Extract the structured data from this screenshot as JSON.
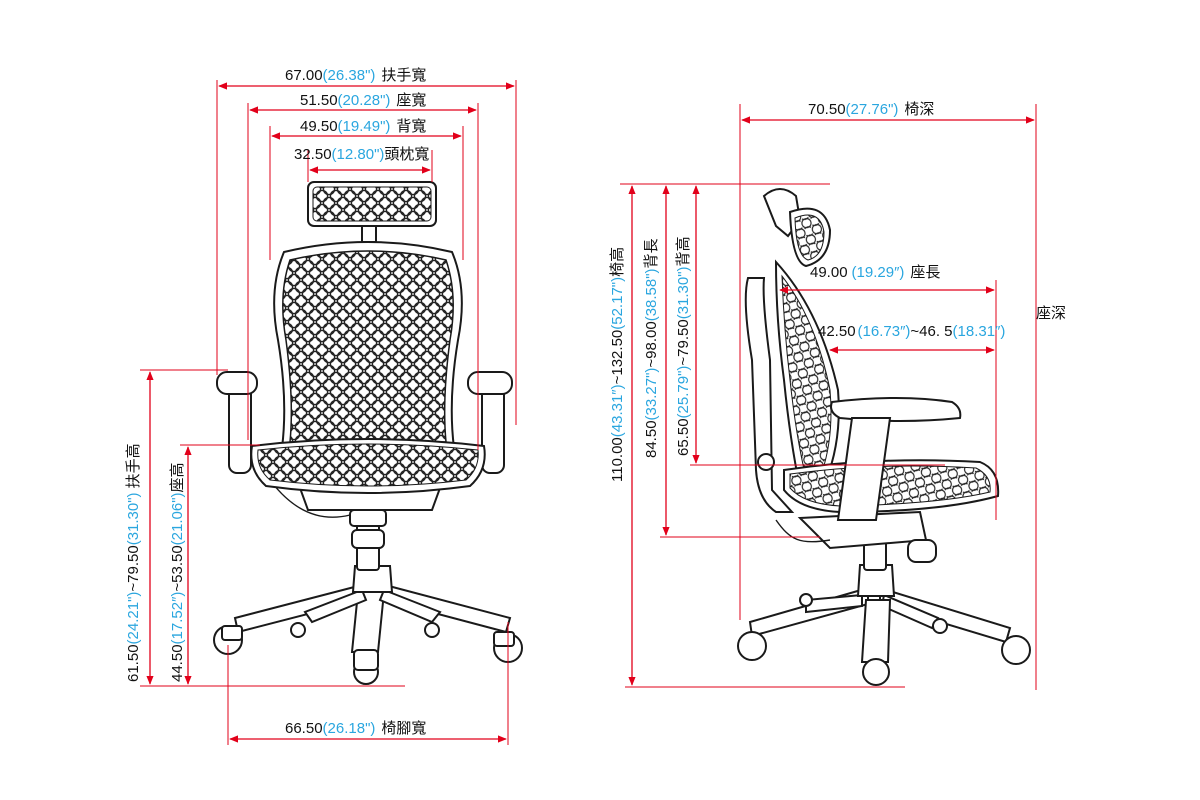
{
  "colors": {
    "dimension_line": "#e2001a",
    "inch_text": "#2aa6df",
    "metric_text": "#111111",
    "outline": "#1a1a1a"
  },
  "icons": {
    "front": "office-chair-front-icon",
    "side": "office-chair-side-icon"
  },
  "front": {
    "armrest_width": {
      "cm": "67.00",
      "inch": "(26.38\")",
      "label": "扶手寬"
    },
    "seat_width": {
      "cm": "51.50",
      "inch": "(20.28\")",
      "label": "座寬"
    },
    "back_width": {
      "cm": "49.50",
      "inch": "(19.49\")",
      "label": "背寬"
    },
    "headrest_width": {
      "cm": "32.50",
      "inch": "(12.80\")",
      "label": "頭枕寬"
    },
    "armrest_height": {
      "cm": "61.50",
      "inch": "(24.21\")",
      "sep": "~79.50",
      "inch2": "(31.30\")",
      "label": "扶手高"
    },
    "seat_height": {
      "cm": "44.50",
      "inch": "(17.52″)",
      "sep": "~53.50",
      "inch2": "(21.06\")",
      "label": "座高"
    },
    "base_width": {
      "cm": "66.50",
      "inch": "(26.18\")",
      "label": "椅腳寬"
    }
  },
  "side": {
    "chair_depth": {
      "cm": "70.50",
      "inch": "(27.76\")",
      "label": "椅深"
    },
    "seat_length": {
      "cm": "49.00",
      "inch": "(19.29″)",
      "label": "座長"
    },
    "seat_depth": {
      "cm": "42.50",
      "inch": "(16.73″)",
      "sep": "~46. 5",
      "inch2": "(18.31″)",
      "label": "座深"
    },
    "chair_height": {
      "cm": "110.00",
      "inch": "(43.31″)",
      "sep": "~132.50",
      "inch2": "(52.17\")",
      "label": "椅高"
    },
    "back_length": {
      "cm": "84.50",
      "inch": "(33.27\")",
      "sep": "~98.00",
      "inch2": "(38.58\")",
      "label": "背長"
    },
    "back_height": {
      "cm": "65.50",
      "inch": "(25.79\")",
      "sep": "~79.50",
      "inch2": "(31.30\")",
      "label": "背高"
    }
  }
}
